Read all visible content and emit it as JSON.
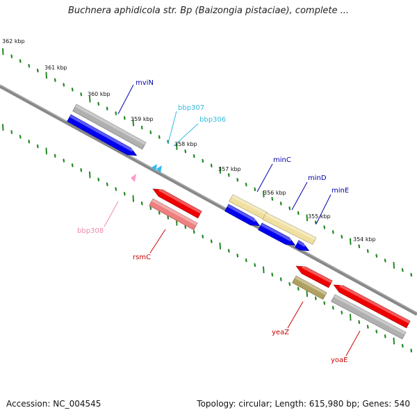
{
  "title": "Buchnera aphidicola str. Bp (Baizongia pistaciae), complete ...",
  "footer": {
    "accession": "Accession: NC_004545",
    "summary": "Topology: circular; Length: 615,980 bp; Genes: 540"
  },
  "scale_labels": [
    "362 kbp",
    "361 kbp",
    "360 kbp",
    "359 kbp",
    "358 kbp",
    "357 kbp",
    "356 kbp",
    "355 kbp",
    "354 kbp"
  ],
  "gene_labels": [
    {
      "name": "mviN",
      "color": "#0000aa"
    },
    {
      "name": "bbp307",
      "color": "#33bbdd"
    },
    {
      "name": "bbp306",
      "color": "#33bbdd"
    },
    {
      "name": "minC",
      "color": "#0000aa"
    },
    {
      "name": "minD",
      "color": "#0000aa"
    },
    {
      "name": "minE",
      "color": "#0000aa"
    },
    {
      "name": "bbp308",
      "color": "#ee88aa"
    },
    {
      "name": "rsmC",
      "color": "#cc0000"
    },
    {
      "name": "yeaZ",
      "color": "#cc0000"
    },
    {
      "name": "yoaE",
      "color": "#cc0000"
    }
  ],
  "colors": {
    "backbone": "#888888",
    "ticks": "#228822",
    "blue": "#0000ee",
    "red": "#ee0000",
    "grey": "#b0b0b0",
    "khaki": "#f0e0a0",
    "olive": "#b0a060",
    "salmon": "#ee8080",
    "cyan": "#33bbee",
    "pink": "#ff99cc"
  }
}
